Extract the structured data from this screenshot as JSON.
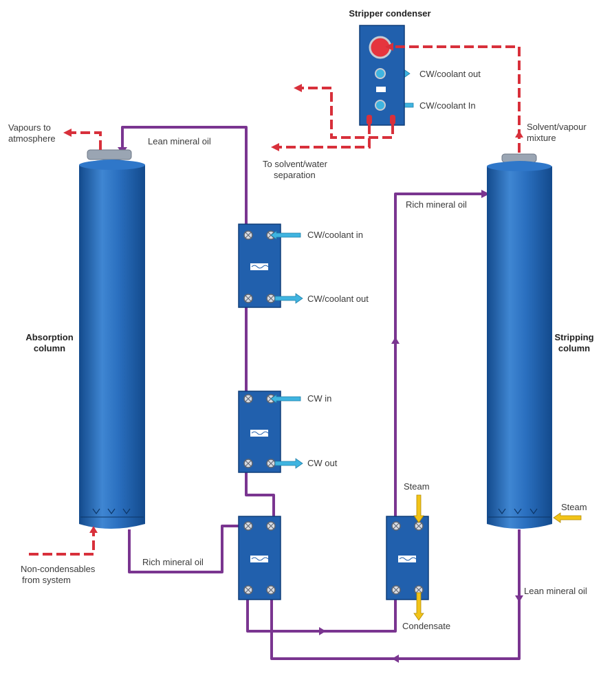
{
  "colors": {
    "column_body": "#1c5fb0",
    "column_light": "#3f86d2",
    "column_dark": "#134a8c",
    "plate": "#2160ad",
    "oil_line": "#7a3590",
    "red_line": "#d8303b",
    "cyan_line": "#3fb4e0",
    "yellow_line": "#f2c418",
    "text": "#3a3a3a"
  },
  "columns": {
    "absorption": [
      "Absorption",
      "column"
    ],
    "stripping": [
      "Stripping",
      "column"
    ]
  },
  "condenser": {
    "title": "Stripper condenser",
    "cw_out": "CW/coolant out",
    "cw_in": "CW/coolant In"
  },
  "labels": {
    "vapours": [
      "Vapours to",
      "atmosphere"
    ],
    "lean_oil_top": "Lean mineral oil",
    "to_separation": [
      "To solvent/water",
      "separation"
    ],
    "solvent_vapour": [
      "Solvent/vapour",
      "mixture"
    ],
    "rich_oil_top": "Rich mineral oil",
    "hx1_in": "CW/coolant in",
    "hx1_out": "CW/coolant out",
    "hx2_in": "CW in",
    "hx2_out": "CW out",
    "steam_heater": "Steam",
    "steam_column": "Steam",
    "condensate": "Condensate",
    "rich_oil_bottom": "Rich mineral oil",
    "non_condensables": [
      "Non-condensables",
      "from system"
    ],
    "lean_oil_bottom": "Lean mineral oil"
  },
  "icons": {
    "port": "port-icon",
    "plate_symbol": "plate-exchanger-icon",
    "sparger": "sparger-icon"
  }
}
